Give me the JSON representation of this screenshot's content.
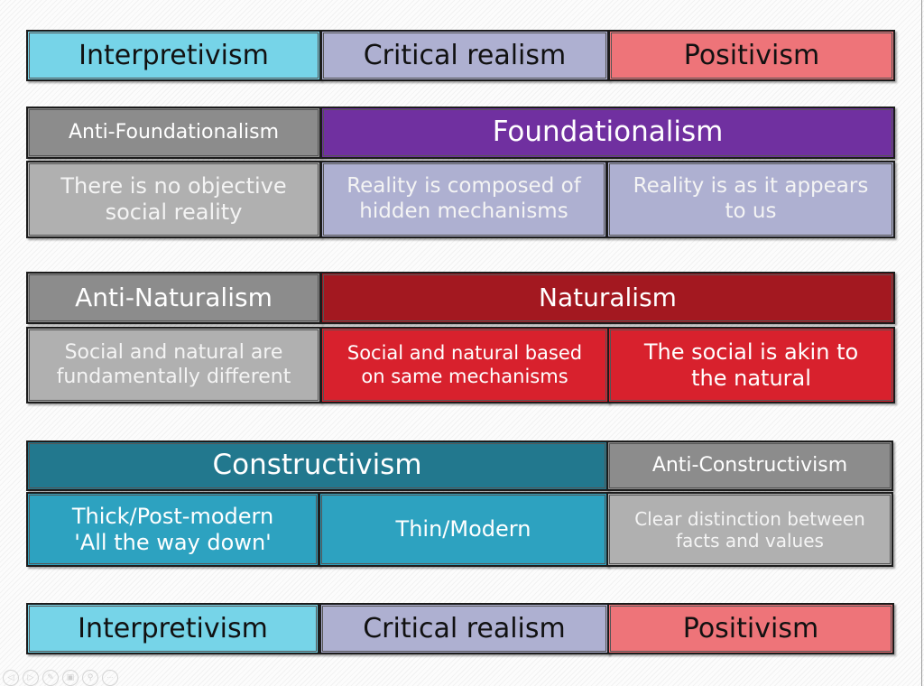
{
  "colors": {
    "interpretivism": "#76d4e8",
    "critical_realism": "#aeb0d1",
    "positivism": "#ee7479",
    "anti_header_gray": "#8c8c8c",
    "anti_body_gray": "#b0b0b0",
    "foundationalism_purple": "#7030a0",
    "naturalism_dark_red": "#a31820",
    "naturalism_red": "#d8212d",
    "constructivism_dark_teal": "#22788e",
    "constructivism_teal": "#2da2c0"
  },
  "top_row": {
    "interpretivism": "Interpretivism",
    "critical_realism": "Critical realism",
    "positivism": "Positivism"
  },
  "foundationalism_block": {
    "anti_header": "Anti-Foundationalism",
    "header": "Foundationalism",
    "anti_body": "There is no objective\nsocial reality",
    "critical_body": "Reality is composed of\nhidden mechanisms",
    "positivism_body": "Reality is as it appears\nto us"
  },
  "naturalism_block": {
    "anti_header": "Anti-Naturalism",
    "header": "Naturalism",
    "anti_body": "Social and natural are\nfundamentally different",
    "critical_body": "Social and natural based\non same mechanisms",
    "positivism_body": "The social is akin to\nthe natural"
  },
  "constructivism_block": {
    "header": "Constructivism",
    "anti_header": "Anti-Constructivism",
    "thick_body": "Thick/Post-modern\n'All the way down'",
    "thin_body": "Thin/Modern",
    "anti_body": "Clear distinction between\nfacts and values"
  },
  "bottom_row": {
    "interpretivism": "Interpretivism",
    "critical_realism": "Critical realism",
    "positivism": "Positivism"
  },
  "slideshow_toolbar": {
    "icons": [
      "previous-slide",
      "next-slide",
      "pen",
      "see-all-slides",
      "zoom",
      "more-options"
    ],
    "previous_glyph": "◁",
    "next_glyph": "▷",
    "pen_glyph": "✎",
    "slides_glyph": "▣",
    "zoom_glyph": "⚲",
    "more_glyph": "···"
  }
}
